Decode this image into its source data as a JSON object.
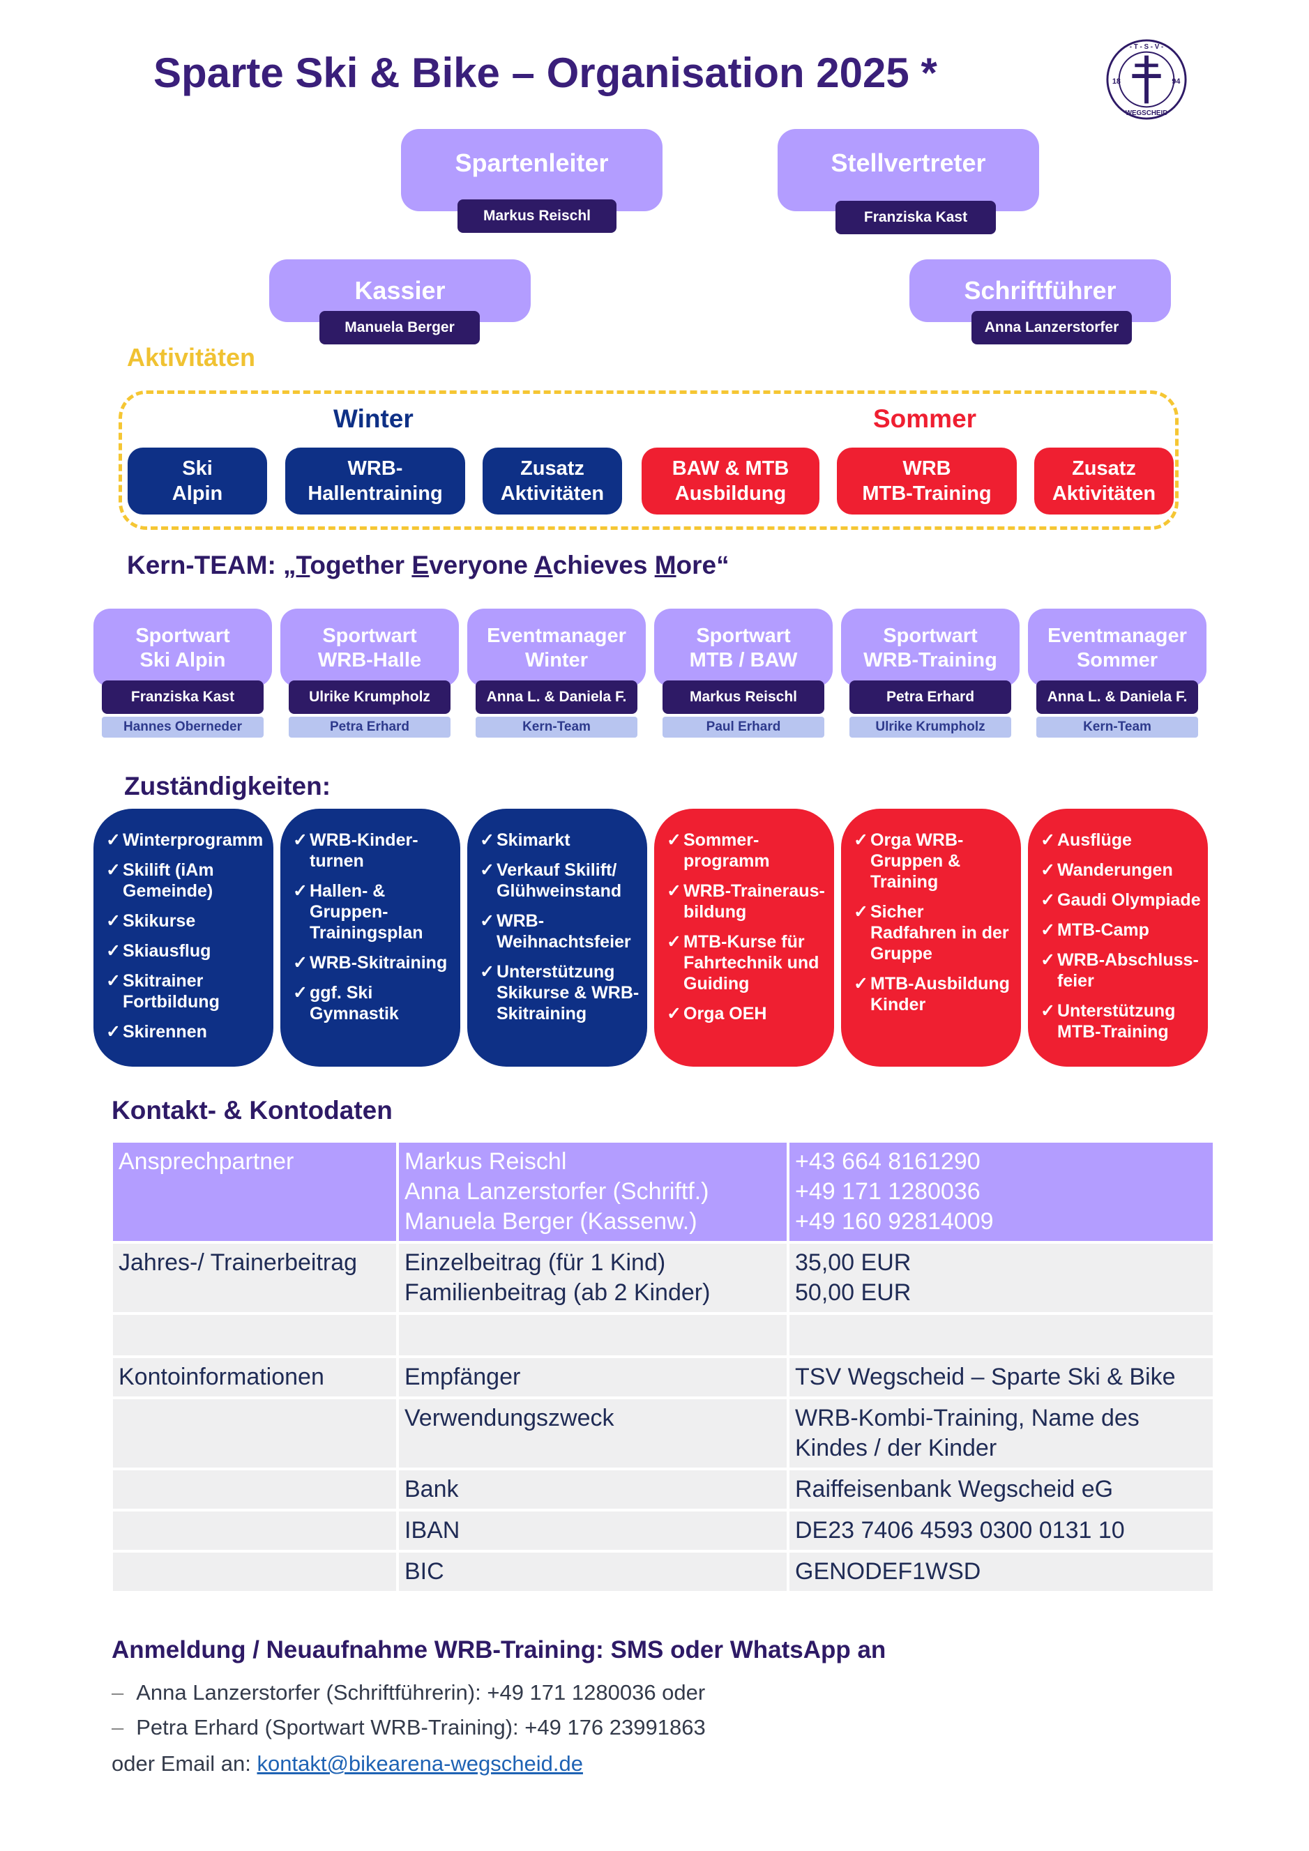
{
  "title": "Sparte Ski & Bike – Organisation 2025 *",
  "logo": {
    "top_text": "- T - S - V -",
    "year_left": "18",
    "year_right": "94",
    "bottom_text": "WEGSCHEID"
  },
  "leadership": [
    {
      "role": "Spartenleiter",
      "name": "Markus Reischl"
    },
    {
      "role": "Stellvertreter",
      "name": "Franziska Kast"
    },
    {
      "role": "Kassier",
      "name": "Manuela Berger"
    },
    {
      "role": "Schriftführer",
      "name": "Anna Lanzerstorfer"
    }
  ],
  "activities": {
    "heading": "Aktivitäten",
    "winter_label": "Winter",
    "summer_label": "Sommer",
    "winter": [
      {
        "line1": "Ski",
        "line2": "Alpin"
      },
      {
        "line1": "WRB-",
        "line2": "Hallentraining"
      },
      {
        "line1": "Zusatz",
        "line2": "Aktivitäten"
      }
    ],
    "summer": [
      {
        "line1": "BAW & MTB",
        "line2": "Ausbildung"
      },
      {
        "line1": "WRB",
        "line2": "MTB-Training"
      },
      {
        "line1": "Zusatz",
        "line2": "Aktivitäten"
      }
    ]
  },
  "kern_team": {
    "heading_prefix": "Kern-TEAM: „",
    "heading_parts": [
      {
        "u": "T",
        "rest": "ogether "
      },
      {
        "u": "E",
        "rest": "veryone "
      },
      {
        "u": "A",
        "rest": "chieves "
      },
      {
        "u": "M",
        "rest": "ore"
      }
    ],
    "heading_suffix": "“",
    "members": [
      {
        "line1": "Sportwart",
        "line2": "Ski Alpin",
        "name": "Franziska Kast",
        "deputy": "Hannes Oberneder"
      },
      {
        "line1": "Sportwart",
        "line2": "WRB-Halle",
        "name": "Ulrike Krumpholz",
        "deputy": "Petra Erhard"
      },
      {
        "line1": "Eventmanager",
        "line2": "Winter",
        "name": "Anna L. & Daniela F.",
        "deputy": "Kern-Team"
      },
      {
        "line1": "Sportwart",
        "line2": "MTB / BAW",
        "name": "Markus Reischl",
        "deputy": "Paul Erhard"
      },
      {
        "line1": "Sportwart",
        "line2": "WRB-Training",
        "name": "Petra Erhard",
        "deputy": "Ulrike Krumpholz"
      },
      {
        "line1": "Eventmanager",
        "line2": "Sommer",
        "name": "Anna L. & Daniela F.",
        "deputy": "Kern-Team"
      }
    ]
  },
  "responsibilities": {
    "heading": "Zuständigkeiten:",
    "columns": [
      [
        "Winterprogramm",
        "Skilift (iAm Gemeinde)",
        "Skikurse",
        "Skiausflug",
        "Skitrainer Fortbildung",
        "Skirennen"
      ],
      [
        "WRB-Kinder- turnen",
        "Hallen- & Gruppen- Trainingsplan",
        "WRB-Skitraining",
        "ggf. Ski Gymnastik"
      ],
      [
        "Skimarkt",
        "Verkauf Skilift/ Glühweinstand",
        "WRB- Weihnachtsfeier",
        "Unterstützung Skikurse & WRB- Skitraining"
      ],
      [
        "Sommer- programm",
        "WRB-Traineraus- bildung",
        "MTB-Kurse für Fahrtechnik und Guiding",
        "Orga OEH"
      ],
      [
        "Orga WRB- Gruppen & Training",
        "Sicher Radfahren in der Gruppe",
        "MTB-Ausbildung Kinder"
      ],
      [
        "Ausflüge",
        "Wanderungen",
        "Gaudi Olympiade",
        "MTB-Camp",
        "WRB-Abschluss- feier",
        "Unterstützung MTB-Training"
      ]
    ]
  },
  "contact": {
    "heading": "Kontakt- & Kontodaten",
    "rows": [
      {
        "c1": "Ansprechpartner",
        "c2": [
          "Markus Reischl",
          "Anna Lanzerstorfer (Schriftf.)",
          "Manuela Berger (Kassenw.)"
        ],
        "c3": [
          "+43 664 8161290",
          "+49 171 1280036",
          "+49 160 92814009"
        ]
      },
      {
        "c1": "Jahres-/ Trainerbeitrag",
        "c2": [
          "Einzelbeitrag (für 1 Kind)",
          "Familienbeitrag (ab 2 Kinder)"
        ],
        "c3": [
          "35,00 EUR",
          "50,00 EUR"
        ]
      },
      {
        "c1": "",
        "c2": [
          ""
        ],
        "c3": [
          ""
        ]
      },
      {
        "c1": "Kontoinformationen",
        "c2": [
          "Empfänger"
        ],
        "c3": [
          "TSV Wegscheid – Sparte Ski & Bike"
        ]
      },
      {
        "c1": "",
        "c2": [
          "Verwendungszweck"
        ],
        "c3": [
          "WRB-Kombi-Training, Name des",
          "Kindes / der Kinder"
        ]
      },
      {
        "c1": "",
        "c2": [
          "Bank"
        ],
        "c3": [
          "Raiffeisenbank Wegscheid eG"
        ]
      },
      {
        "c1": "",
        "c2": [
          "IBAN"
        ],
        "c3": [
          "DE23 7406 4593 0300 0131 10"
        ]
      },
      {
        "c1": "",
        "c2": [
          "BIC"
        ],
        "c3": [
          "GENODEF1WSD"
        ]
      }
    ]
  },
  "registration": {
    "heading": "Anmeldung / Neuaufnahme WRB-Training: SMS oder WhatsApp an",
    "dash": "–",
    "lines": [
      "Anna Lanzerstorfer (Schriftführerin): +49 171 1280036 oder",
      "Petra Erhard (Sportwart WRB-Training): +49 176 23991863"
    ],
    "email_prefix": "oder Email an: ",
    "email": "kontakt@bikearena-wegscheid.de"
  },
  "colors": {
    "purple": "#b39dff",
    "navy": "#2e1a66",
    "blue": "#0e3086",
    "red": "#ef1f31",
    "gold": "#f5c633"
  }
}
